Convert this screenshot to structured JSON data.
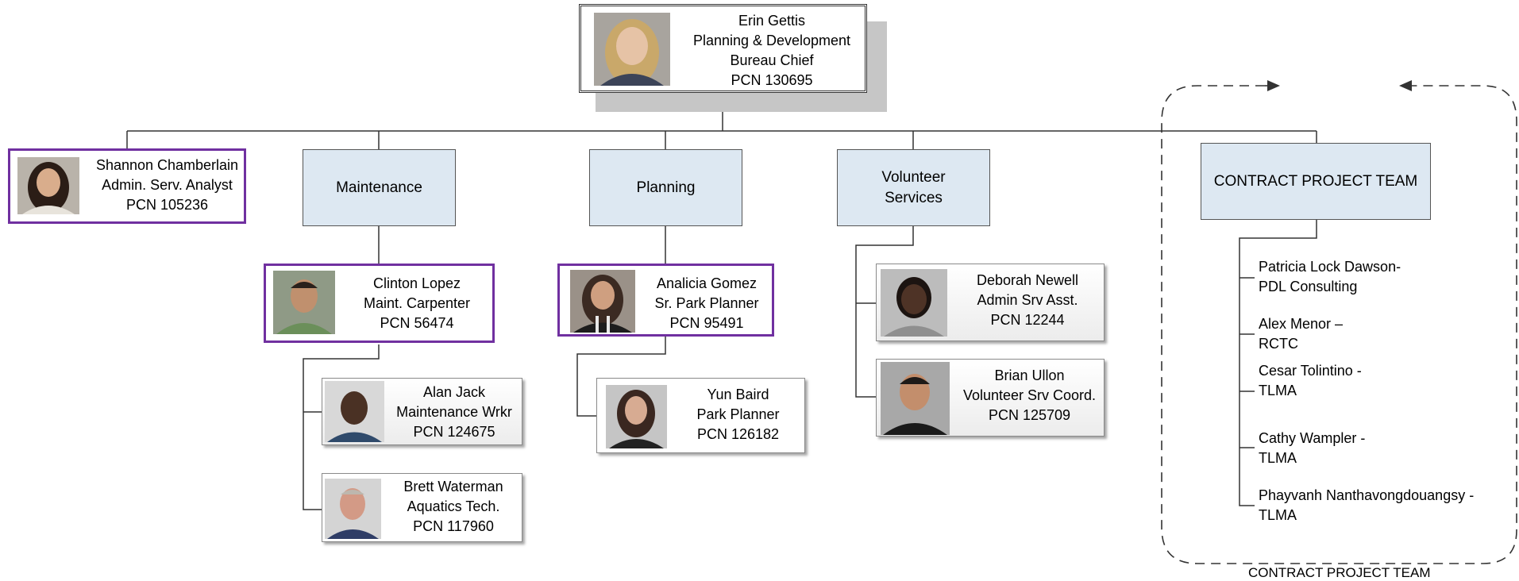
{
  "chief": {
    "name": "Erin Gettis",
    "line2": "Planning & Development",
    "line3": "Bureau Chief",
    "pcn": "PCN 130695"
  },
  "analyst": {
    "name": "Shannon Chamberlain",
    "title": "Admin. Serv. Analyst",
    "pcn": "PCN 105236"
  },
  "departments": {
    "maintenance": "Maintenance",
    "planning": "Planning",
    "volunteer_1": "Volunteer",
    "volunteer_2": "Services"
  },
  "maintenance_staff": {
    "lead": {
      "name": "Clinton Lopez",
      "title": "Maint. Carpenter",
      "pcn": "PCN 56474"
    },
    "alan": {
      "name": "Alan Jack",
      "title": "Maintenance Wrkr",
      "pcn": "PCN 124675"
    },
    "brett": {
      "name": "Brett Waterman",
      "title": "Aquatics Tech.",
      "pcn": "PCN 117960"
    }
  },
  "planning_staff": {
    "lead": {
      "name": "Analicia Gomez",
      "title": "Sr. Park Planner",
      "pcn": "PCN 95491"
    },
    "yun": {
      "name": "Yun Baird",
      "title": "Park Planner",
      "pcn": "PCN  126182"
    }
  },
  "volunteer_staff": {
    "deborah": {
      "name": "Deborah Newell",
      "title": "Admin Srv  Asst.",
      "pcn": "PCN 12244"
    },
    "brian": {
      "name": "Brian Ullon",
      "title": "Volunteer Srv Coord.",
      "pcn": "PCN 125709"
    }
  },
  "contract_team": {
    "box_label": "CONTRACT PROJECT TEAM",
    "footer_label": "CONTRACT PROJECT TEAM",
    "members": [
      {
        "line1": "Patricia Lock Dawson-",
        "line2": "PDL Consulting"
      },
      {
        "line1": "Alex Menor –",
        "line2": "RCTC"
      },
      {
        "line1": "Cesar Tolintino -",
        "line2": "TLMA"
      },
      {
        "line1": "Cathy Wampler -",
        "line2": "TLMA"
      },
      {
        "line1": "Phayvanh Nanthavongdouangsy -",
        "line2": "TLMA"
      }
    ]
  },
  "colors": {
    "highlight_border": "#7030a0",
    "dept_fill": "#dde8f2"
  }
}
